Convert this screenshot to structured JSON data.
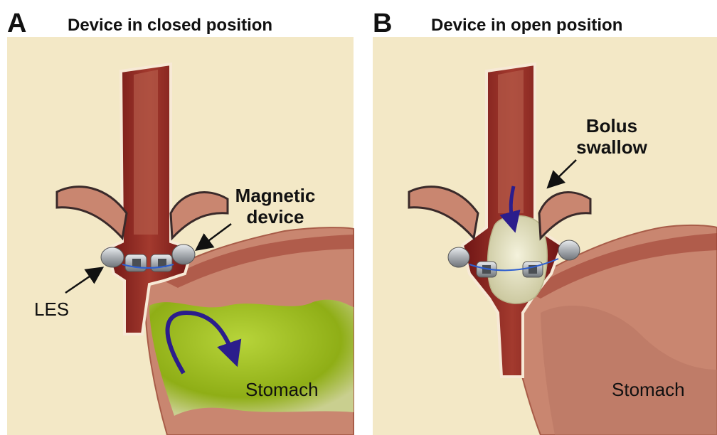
{
  "panels": [
    {
      "letter": "A",
      "title": "Device in closed position",
      "labels": {
        "device_line1": "Magnetic",
        "device_line2": "device",
        "les": "LES",
        "stomach": "Stomach"
      }
    },
    {
      "letter": "B",
      "title": "Device in open position",
      "labels": {
        "bolus_line1": "Bolus",
        "bolus_line2": "swallow",
        "stomach": "Stomach"
      }
    }
  ],
  "colors": {
    "background": "#f3e8c6",
    "esophagus": "#8a1f1f",
    "tissue": "#c98670",
    "stomach_contents": "#9bbf1e",
    "device_metal": "#a9adb2",
    "arrow": "#2b1d8c",
    "bolus": "#e9e6c8"
  }
}
